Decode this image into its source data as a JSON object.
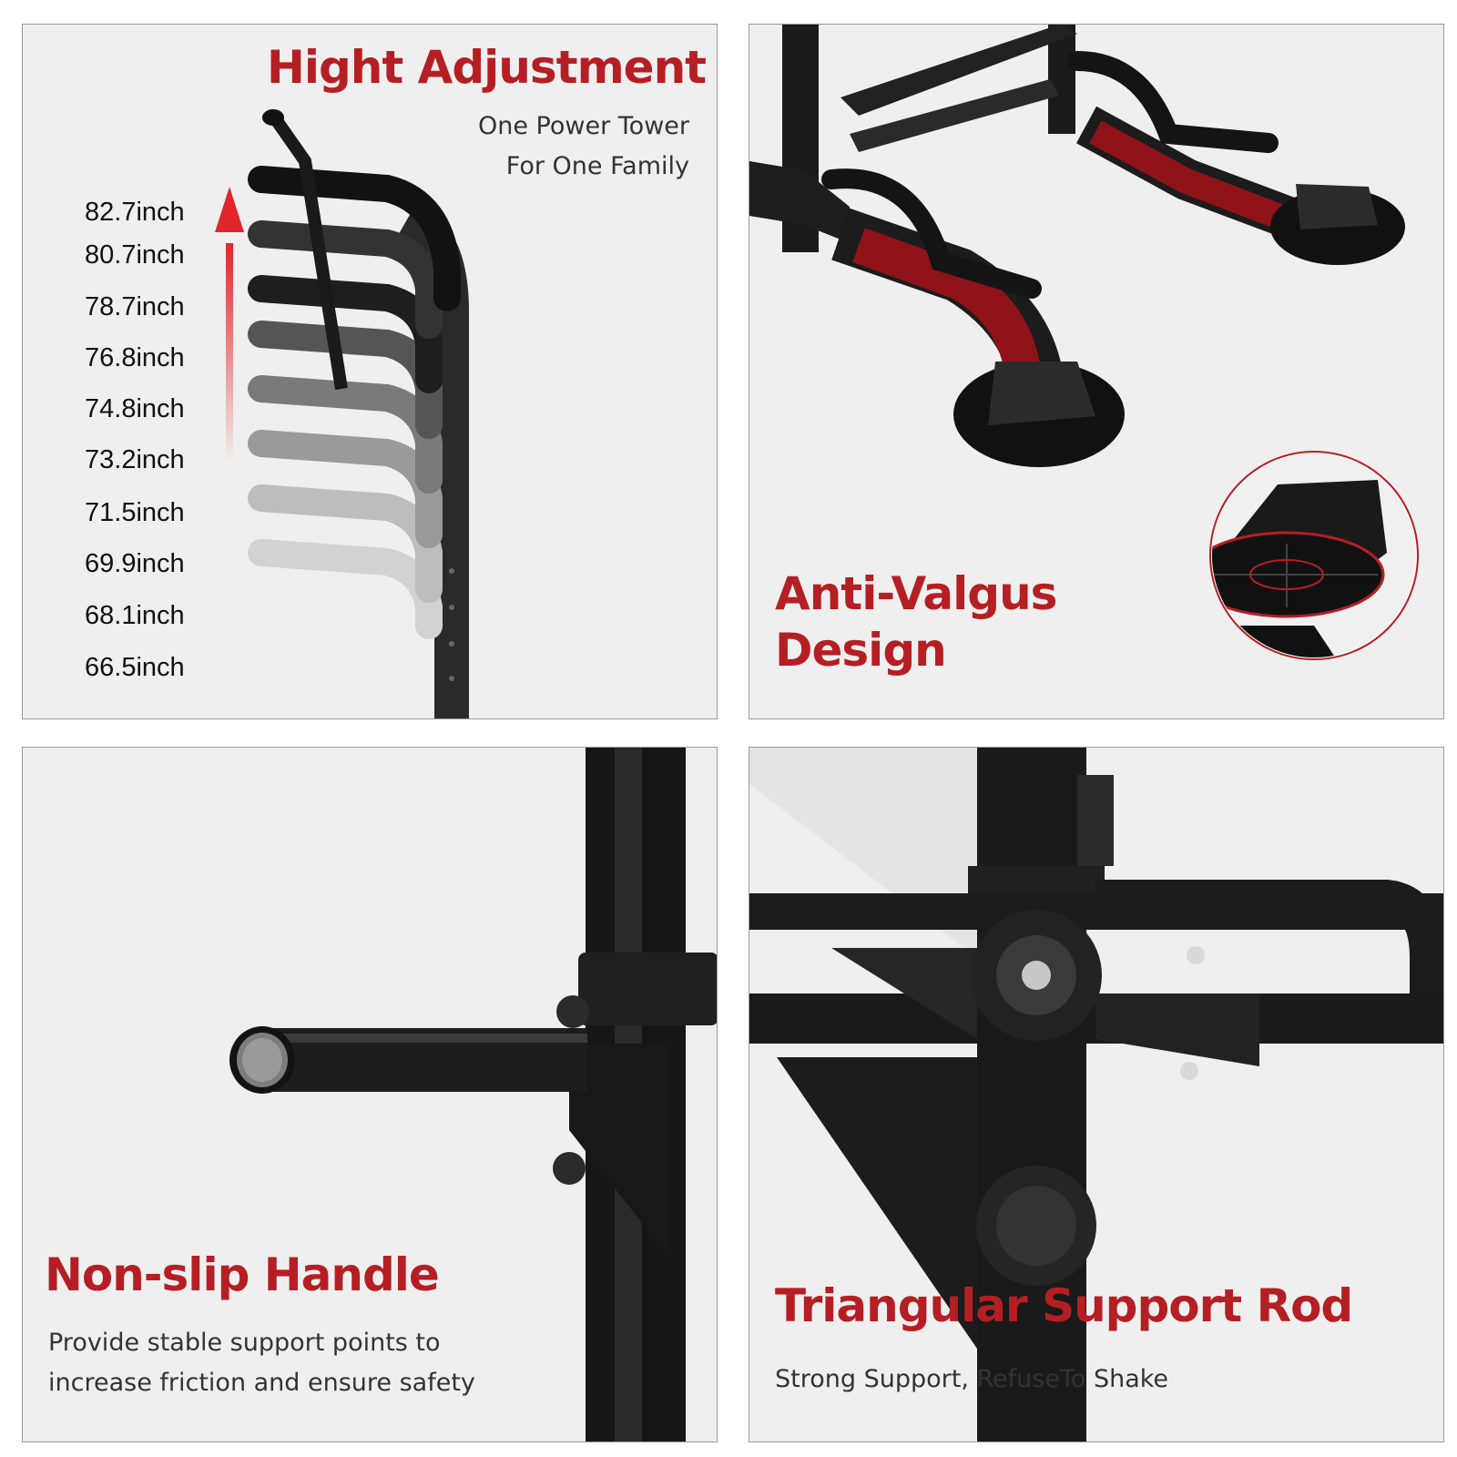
{
  "panels": {
    "height": {
      "title": "Hight Adjustment",
      "subtitle_line1": "One Power Tower",
      "subtitle_line2": "For One Family",
      "heights": [
        "82.7inch",
        "80.7inch",
        "78.7inch",
        "76.8inch",
        "74.8inch",
        "73.2inch",
        "71.5inch",
        "69.9inch",
        "68.1inch",
        "66.5inch"
      ]
    },
    "anti_valgus": {
      "title_line1": "Anti-Valgus",
      "title_line2": "Design"
    },
    "handle": {
      "title": "Non-slip Handle",
      "desc_line1": "Provide stable support points to",
      "desc_line2": "increase friction and ensure safety"
    },
    "triangular": {
      "title": "Triangular Support Rod",
      "subtitle": "Strong Support, RefuseTo Shake"
    }
  },
  "colors": {
    "accent_red": "#b51f24",
    "frame_black": "#1c1c1c",
    "panel_bg": "#efefef"
  }
}
